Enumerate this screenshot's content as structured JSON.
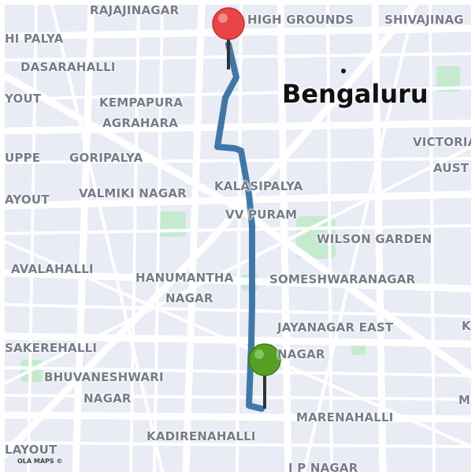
{
  "map": {
    "city": "Bengaluru",
    "attribution": "OLA MAPS ©",
    "colors": {
      "background": "#e9ebf5",
      "road": "#ffffff",
      "park": "#c5ebcf",
      "route": "#3f78a8",
      "start_pin": "#e84545",
      "end_pin": "#55a023"
    },
    "pins": {
      "start": "red-pin-icon",
      "end": "green-pin-icon"
    },
    "localities": [
      "RAJAJINAGAR",
      "HIGH GROUNDS",
      "SHIVAJINAG",
      "HI PALYA",
      "DASARAHALLI",
      "YOUT",
      "KEMPAPURA",
      "AGRAHARA",
      "VICTORIA",
      "UPPE",
      "GORIPALYA",
      "AUST",
      "VALMIKI NAGAR",
      "KALASIPALYA",
      "AYOUT",
      "VV PURAM",
      "WILSON GARDEN",
      "AVALAHALLI",
      "HANUMANTHA",
      "SOMESHWARANAGAR",
      "NAGAR",
      "JAYANAGAR EAST",
      "SAKEREHALLI",
      "NAGAR",
      "K",
      "BHUVANESHWARI",
      "NAGAR",
      "MARENAHALLI",
      "M",
      "LAYOUT",
      "KADIRENAHALLI",
      "J P NAGAR"
    ]
  }
}
